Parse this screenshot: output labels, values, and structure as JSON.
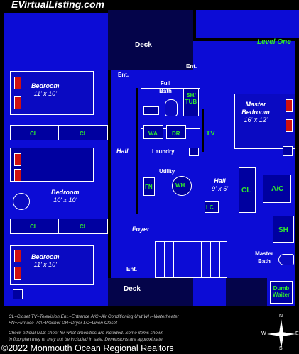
{
  "header": {
    "site": "EVirtualListing.com"
  },
  "level": "Level One",
  "rooms": {
    "deck_top": "Deck",
    "deck_bottom": "Deck",
    "bed1": {
      "name": "Bedroom",
      "size": "11' x 10'"
    },
    "bed2": {
      "name": "Bedroom",
      "size": "10' x 10'"
    },
    "bed3": {
      "name": "Bedroom",
      "size": "11' x 10'"
    },
    "master": {
      "name": "Master Bedroom",
      "size": "16' x 12'"
    },
    "full_bath": "Full Bath",
    "hall_left": "Hall",
    "hall_right": {
      "name": "Hall",
      "size": "9' x 6'"
    },
    "laundry": "Laundry",
    "utility": "Utility",
    "foyer": "Foyer",
    "master_bath": "Master Bath"
  },
  "labels": {
    "ent_top": "Ent.",
    "ent_right": "Ent.",
    "ent_bottom": "Ent.",
    "sh_tub": "SH/ TUB",
    "tv": "TV",
    "wa": "WA",
    "dr": "DR",
    "fn": "FN",
    "wh": "WH",
    "cl_1": "CL",
    "cl_2": "CL",
    "cl_3": "CL",
    "cl_4": "CL",
    "cl_right": "CL",
    "lc": "LC",
    "ac": "A/C",
    "sh": "SH",
    "dumb_waiter": "Dumb Waiter"
  },
  "legend": {
    "line1": "CL=Closet  TV=Television  Ent.=Entrance A/C=Air Conditioning Unit WH=Waterheater",
    "line2": "FN=Furnace WA=Washer DR=Dryer LC=Linen Closet",
    "line3": "Check official MLS sheet for what amenities are included. Some items shown",
    "line4": "in floorplan may or may not be included in sale. Dimensions are approximate."
  },
  "footer": {
    "copyright": "©2022 Monmouth Ocean Regional Realtors"
  },
  "compass": {
    "n": "N",
    "s": "S",
    "e": "E",
    "w": "W"
  },
  "colors": {
    "floor": "#0c0cd6",
    "label_green": "#2ee82e",
    "bed_red": "#d01010"
  }
}
